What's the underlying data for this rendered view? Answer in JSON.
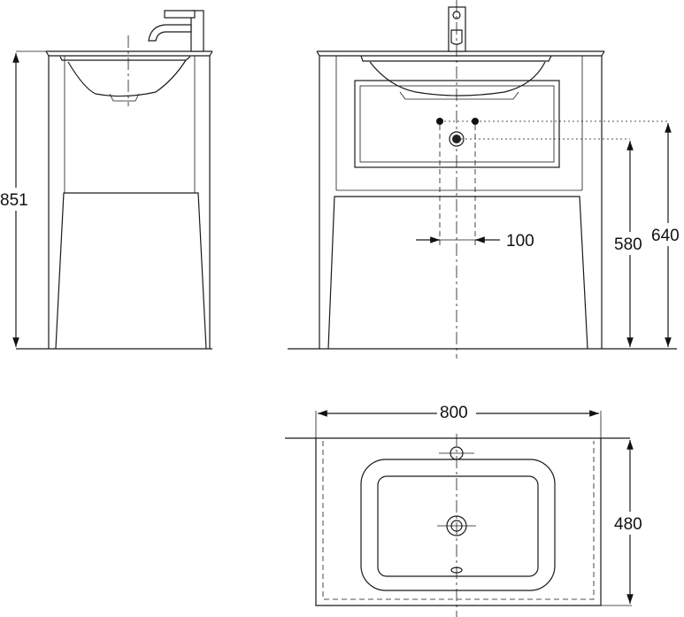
{
  "dimensions": {
    "overall_height": "851",
    "tap_hole_spacing": "100",
    "waste_height": "580",
    "tap_height": "640",
    "width": "800",
    "depth": "480"
  }
}
